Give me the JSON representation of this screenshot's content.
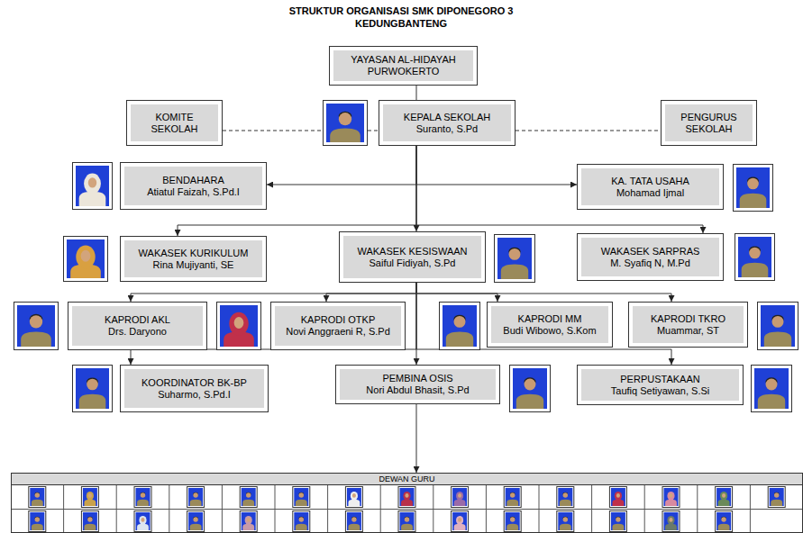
{
  "diagram": {
    "title": "STRUKTUR ORGANISASI SMK DIPONEGORO 3 KEDUNGBANTENG",
    "nodes": [
      {
        "text": [
          "YAYASAN AL-HIDAYAH PURWOKERTO"
        ]
      },
      {
        "text": [
          "KOMITE SEKOLAH"
        ]
      },
      {
        "text": [
          "KEPALA SEKOLAH",
          "Suranto, S.Pd"
        ]
      },
      {
        "text": [
          "PENGURUS SEKOLAH"
        ]
      },
      {
        "text": [
          "BENDAHARA",
          "Atiatul Faizah, S.Pd.I"
        ]
      },
      {
        "text": [
          "KA. TATA USAHA",
          "Mohamad Ijmal"
        ]
      },
      {
        "text": [
          "WAKASEK KURIKULUM",
          "Rina Mujiyanti, SE"
        ]
      },
      {
        "text": [
          "WAKASEK KESISWAAN",
          "Saiful Fidiyah, S.Pd"
        ]
      },
      {
        "text": [
          "WAKASEK SARPRAS",
          "M. Syafiq N, M.Pd"
        ]
      },
      {
        "text": [
          "KAPRODI AKL",
          "Drs. Daryono"
        ]
      },
      {
        "text": [
          "KAPRODI OTKP",
          "Novi Anggraeni R, S.Pd"
        ]
      },
      {
        "text": [
          "KAPRODI MM",
          "Budi Wibowo, S.Kom"
        ]
      },
      {
        "text": [
          "KAPRODI TKRO",
          "Muammar, ST"
        ]
      },
      {
        "text": [
          "KOORDINATOR BK-BP",
          "Suharmo, S.Pd.I"
        ]
      },
      {
        "text": [
          "PEMBINA OSIS",
          "Nori Abdul Bhasit, S.Pd"
        ]
      },
      {
        "text": [
          "PERPUSTAKAAN",
          "Taufiq Setiyawan, S.Si"
        ]
      },
      {
        "text": [
          "DEWAN GURU"
        ]
      }
    ],
    "edges": [
      {
        "from": 0,
        "to": 2,
        "arrow": "none"
      },
      {
        "from": 1,
        "to": 2,
        "arrow": "none"
      },
      {
        "from": 2,
        "to": 3,
        "arrow": "none"
      },
      {
        "from": 2,
        "to": 4,
        "arrow": "to"
      },
      {
        "from": 2,
        "to": 5,
        "arrow": "to"
      },
      {
        "from": 2,
        "to": 6,
        "arrow": "to"
      },
      {
        "from": 2,
        "to": 7,
        "arrow": "to"
      },
      {
        "from": 2,
        "to": 8,
        "arrow": "to"
      },
      {
        "from": 7,
        "to": 9,
        "arrow": "to"
      },
      {
        "from": 7,
        "to": 10,
        "arrow": "to"
      },
      {
        "from": 7,
        "to": 11,
        "arrow": "to"
      },
      {
        "from": 7,
        "to": 12,
        "arrow": "to"
      },
      {
        "from": 7,
        "to": 13,
        "arrow": "to"
      },
      {
        "from": 7,
        "to": 14,
        "arrow": "to"
      },
      {
        "from": 7,
        "to": 15,
        "arrow": "to"
      },
      {
        "from": 14,
        "to": 16,
        "arrow": "to"
      }
    ]
  }
}
